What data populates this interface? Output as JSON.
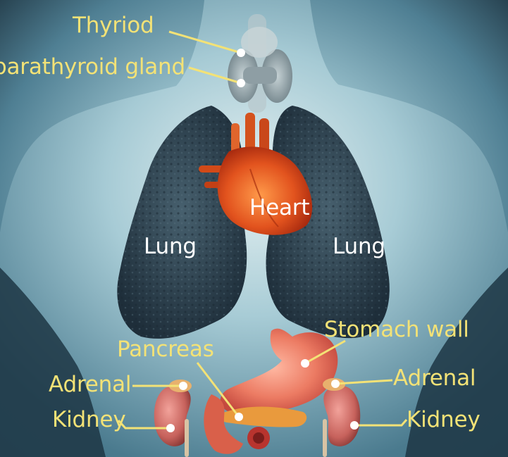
{
  "colors": {
    "label_yellow": "#f3e276",
    "label_white": "#ffffff",
    "leader_line": "#f3e276",
    "background_dark": "#0e1a22",
    "body_silhouette": "#5b8ba0",
    "lung": "#2f4452",
    "heart": "#e0501e",
    "stomach": "#ea7a62",
    "kidney": "#c8665f",
    "pancreas": "#e89a3e",
    "thyroid": "#8fa0a6"
  },
  "labels": {
    "thyroid": "Thyriod",
    "parathyroid": "parathyroid gland",
    "heart": "Heart",
    "lung_left": "Lung",
    "lung_right": "Lung",
    "stomach_wall": "Stomach wall",
    "pancreas": "Pancreas",
    "adrenal_left": "Adrenal",
    "adrenal_right": "Adrenal",
    "kidney_left": "Kidney",
    "kidney_right": "Kidney"
  }
}
